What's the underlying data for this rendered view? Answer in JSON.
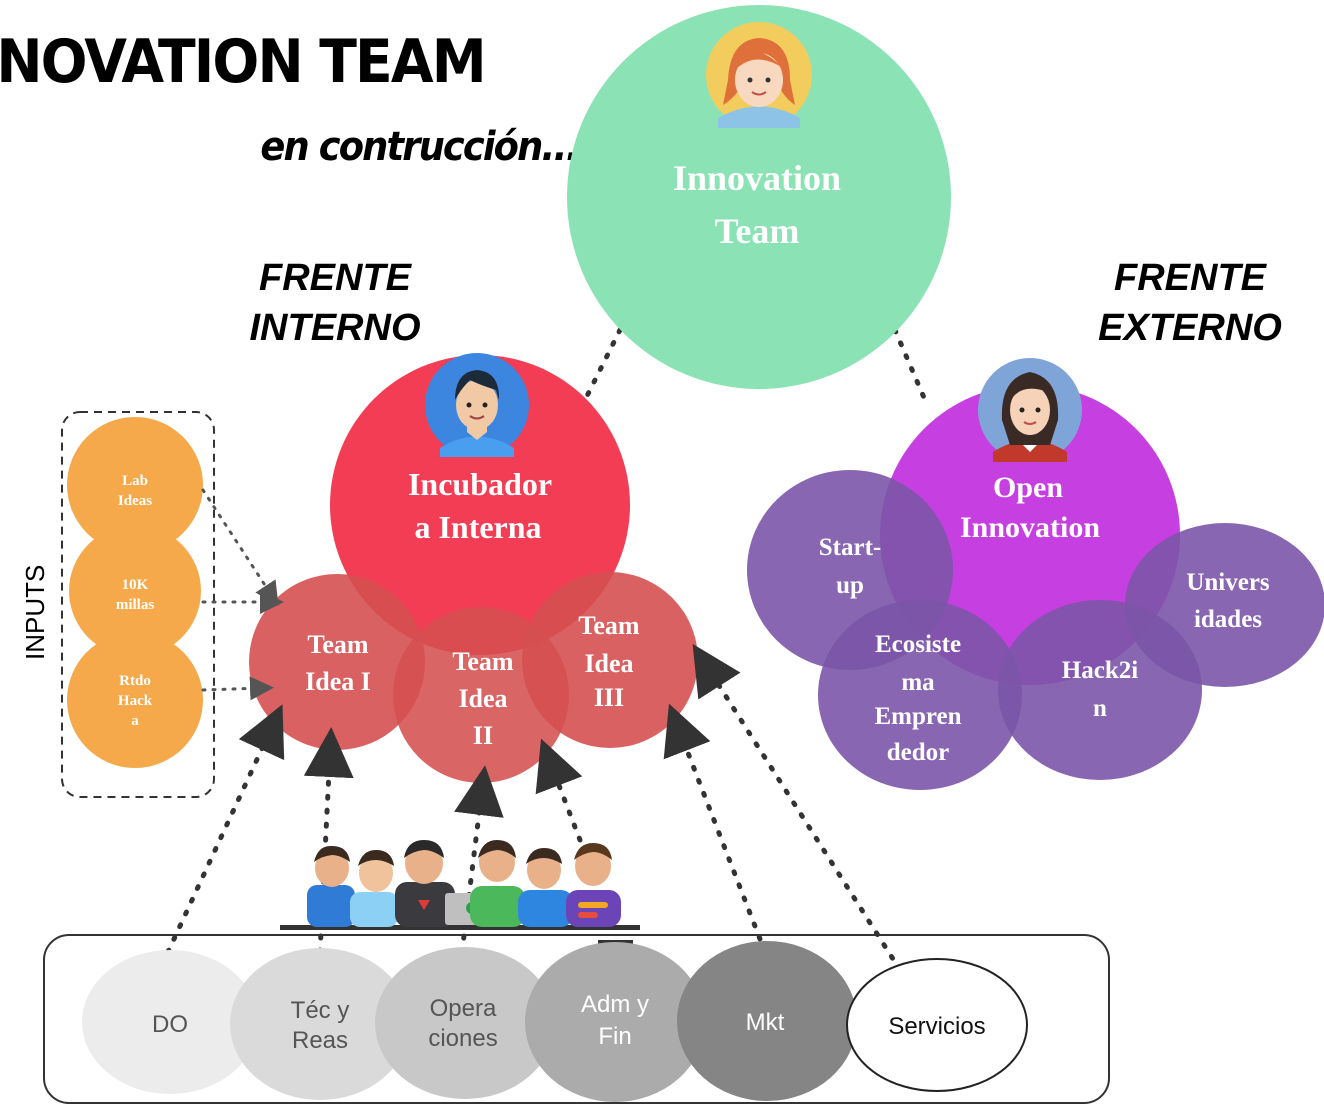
{
  "header": {
    "title": "NOVATION TEAM",
    "subtitle": "en contrucción..."
  },
  "labels": {
    "frente_interno_1": "FRENTE",
    "frente_interno_2": "INTERNO",
    "frente_externo_1": "FRENTE",
    "frente_externo_2": "EXTERNO",
    "inputs": "INPUTS"
  },
  "innovation_team": {
    "line1": "Innovation",
    "line2": "Team"
  },
  "incubadora": {
    "line1": "Incubador",
    "line2": "a Interna"
  },
  "open_innovation": {
    "line1": "Open",
    "line2": "Innovation"
  },
  "teams": [
    {
      "lines": [
        "Team",
        "Idea I"
      ]
    },
    {
      "lines": [
        "Team",
        "Idea",
        "II"
      ]
    },
    {
      "lines": [
        "Team",
        "Idea",
        "III"
      ]
    }
  ],
  "inputs": [
    {
      "lines": [
        "Lab",
        "Ideas"
      ]
    },
    {
      "lines": [
        "10K",
        "millas"
      ]
    },
    {
      "lines": [
        "Rtdo",
        "Hack",
        "a"
      ]
    }
  ],
  "external": [
    {
      "lines": [
        "Start-",
        "up"
      ]
    },
    {
      "lines": [
        "Univers",
        "idades"
      ]
    },
    {
      "lines": [
        "Ecosiste",
        "ma",
        "Empren",
        "dedor"
      ]
    },
    {
      "lines": [
        "Hack2i",
        "n"
      ]
    }
  ],
  "departments": [
    {
      "lines": [
        "DO"
      ]
    },
    {
      "lines": [
        "Téc y",
        "Reas"
      ]
    },
    {
      "lines": [
        "Opera",
        "ciones"
      ]
    },
    {
      "lines": [
        "Adm y",
        "Fin"
      ]
    },
    {
      "lines": [
        "Mkt"
      ]
    },
    {
      "lines": [
        "Servicios"
      ]
    }
  ],
  "icons": [
    "woman-avatar-icon",
    "man-avatar-icon",
    "woman-dark-hair-avatar-icon",
    "team-group-icon"
  ],
  "colors": {
    "innovation_team": "#8be3b5",
    "incubadora": "#f23d55",
    "team_idea": "#d9534f",
    "open_innovation": "#c63fe0",
    "external": "#7b55a8",
    "inputs": "#f6a94a"
  }
}
